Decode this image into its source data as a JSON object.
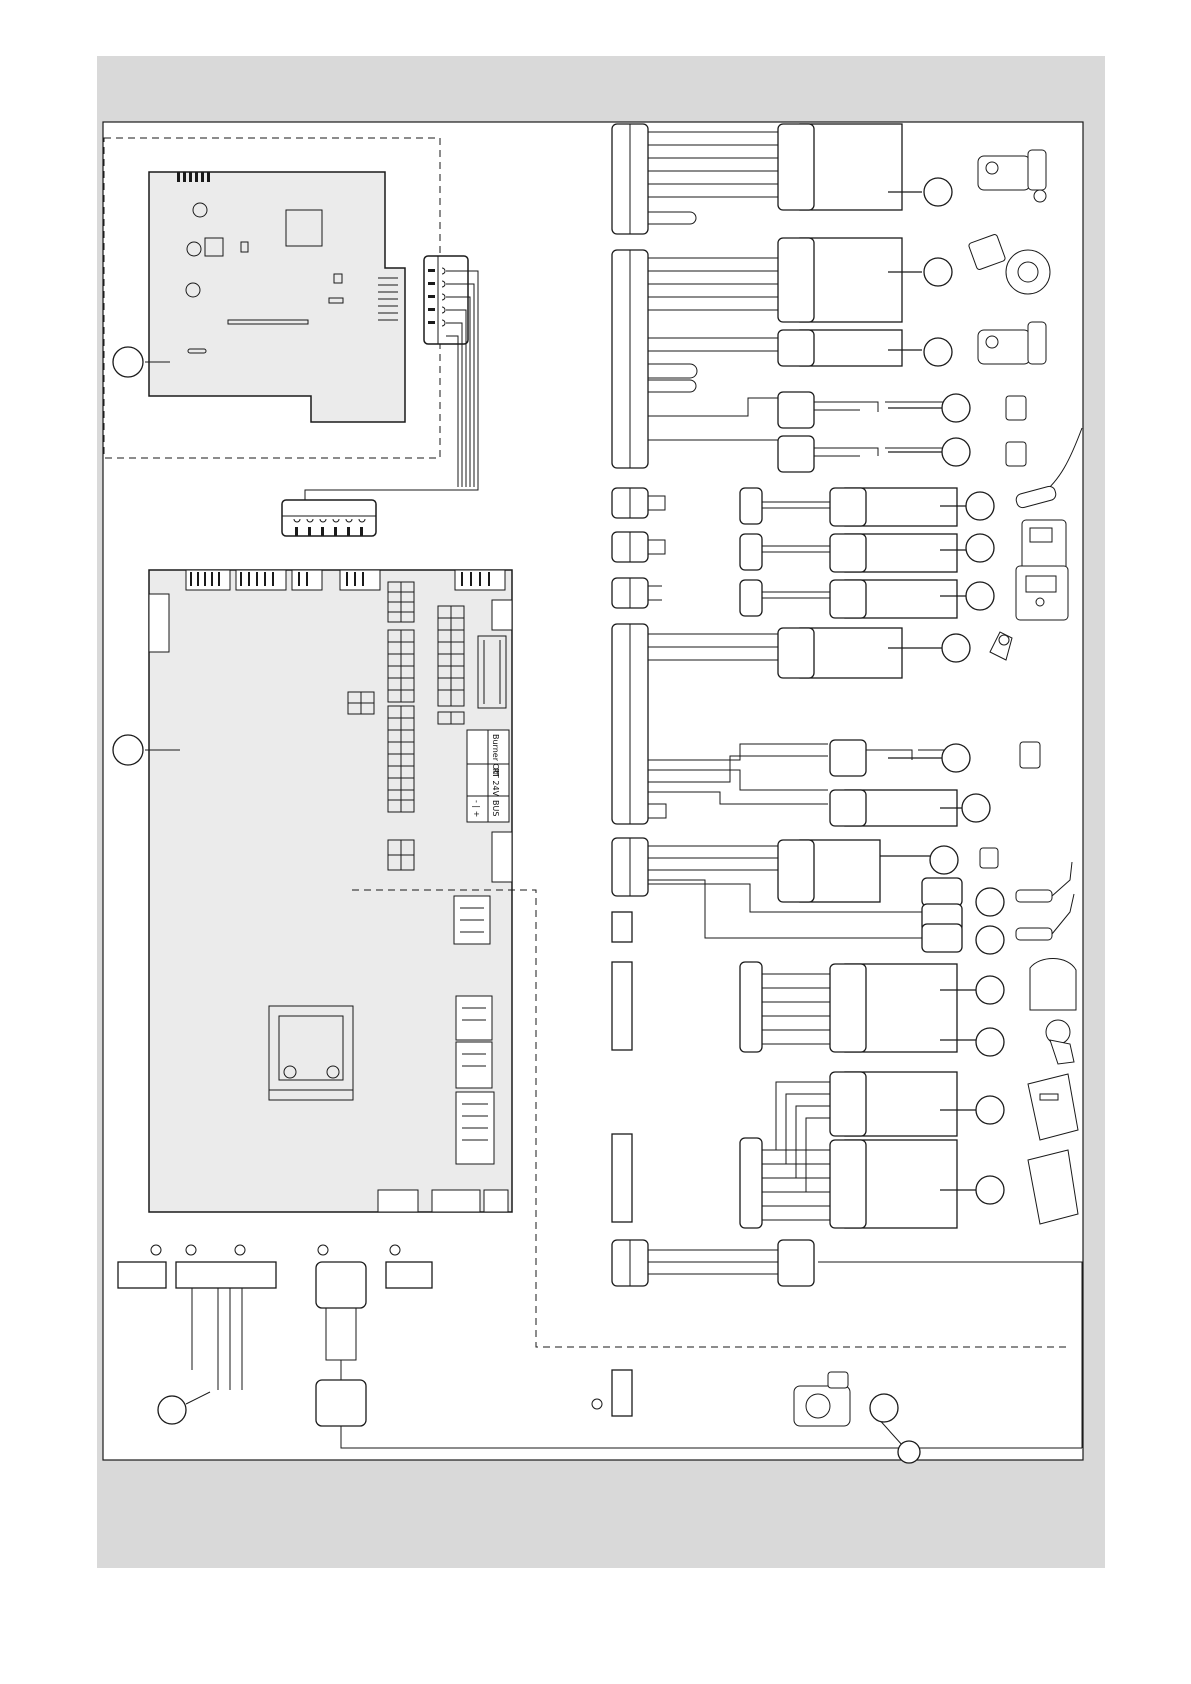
{
  "board_labels": {
    "burner_off": "Burner Off",
    "rt_24v": "RT 24V",
    "bus": "BUS",
    "plus_minus": "- | +"
  },
  "colors": {
    "background": "#d9d9d9",
    "board_fill": "#ebebeb",
    "line": "#1a1a1a",
    "white": "#ffffff"
  }
}
